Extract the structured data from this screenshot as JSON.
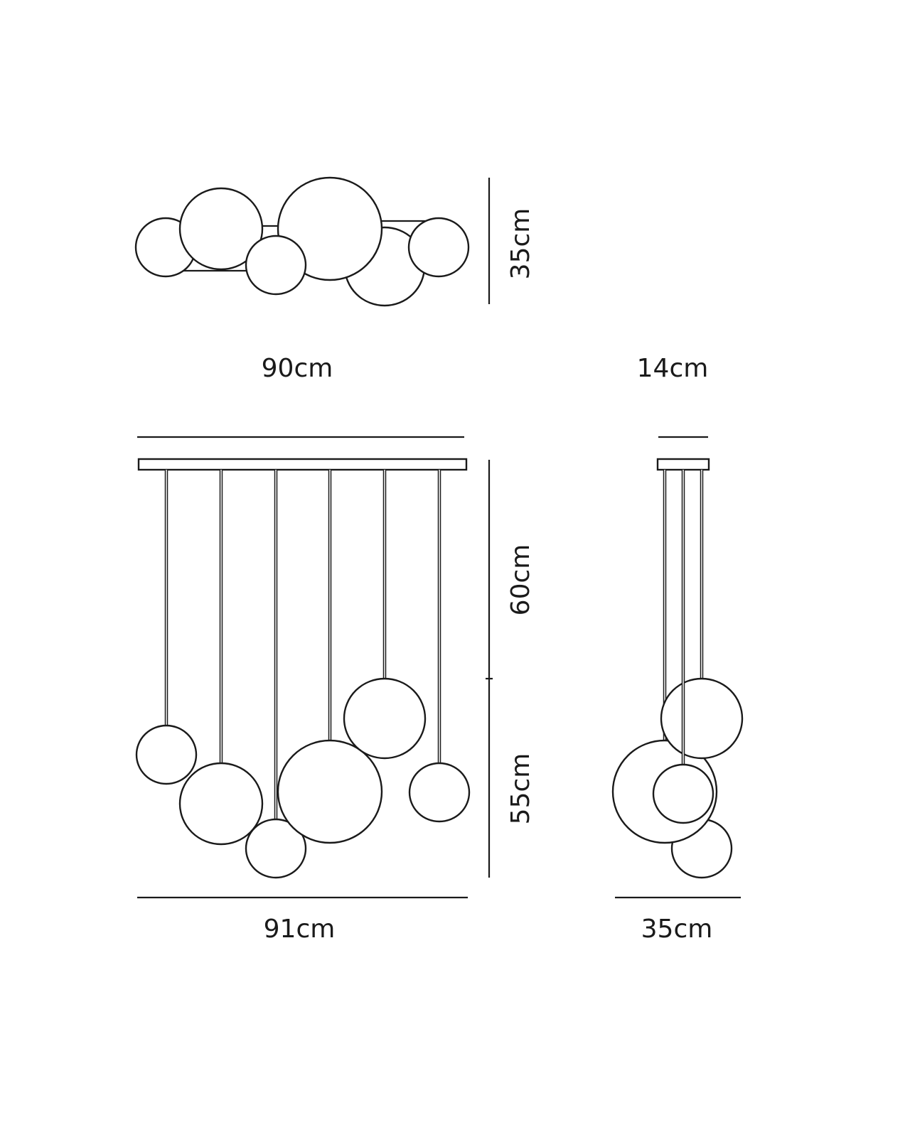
{
  "diagram": {
    "top_view": {
      "width_label": "90cm",
      "depth_label": "35cm"
    },
    "front_view": {
      "drop_label": "60cm",
      "cluster_height_label": "55cm",
      "width_label": "91cm"
    },
    "side_view": {
      "canopy_label": "14cm",
      "width_label": "35cm"
    },
    "line_color": "#1a1a1a"
  }
}
